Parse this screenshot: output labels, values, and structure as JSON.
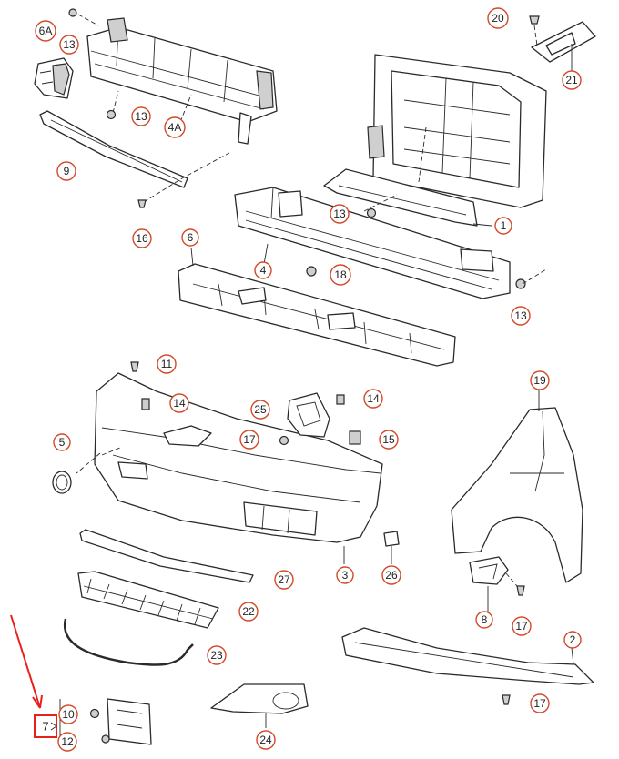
{
  "callouts": [
    {
      "key": "6A",
      "label": "6A"
    },
    {
      "key": "13a",
      "label": "13"
    },
    {
      "key": "13b",
      "label": "13"
    },
    {
      "key": "4A",
      "label": "4A"
    },
    {
      "key": "9",
      "label": "9"
    },
    {
      "key": "16",
      "label": "16"
    },
    {
      "key": "20",
      "label": "20"
    },
    {
      "key": "21",
      "label": "21"
    },
    {
      "key": "13c",
      "label": "13"
    },
    {
      "key": "1",
      "label": "1"
    },
    {
      "key": "6",
      "label": "6"
    },
    {
      "key": "4",
      "label": "4"
    },
    {
      "key": "18",
      "label": "18"
    },
    {
      "key": "13d",
      "label": "13"
    },
    {
      "key": "11",
      "label": "11"
    },
    {
      "key": "14a",
      "label": "14"
    },
    {
      "key": "25",
      "label": "25"
    },
    {
      "key": "14b",
      "label": "14"
    },
    {
      "key": "5",
      "label": "5"
    },
    {
      "key": "17a",
      "label": "17"
    },
    {
      "key": "15",
      "label": "15"
    },
    {
      "key": "19",
      "label": "19"
    },
    {
      "key": "3",
      "label": "3"
    },
    {
      "key": "26",
      "label": "26"
    },
    {
      "key": "27",
      "label": "27"
    },
    {
      "key": "22",
      "label": "22"
    },
    {
      "key": "8",
      "label": "8"
    },
    {
      "key": "17b",
      "label": "17"
    },
    {
      "key": "23",
      "label": "23"
    },
    {
      "key": "2",
      "label": "2"
    },
    {
      "key": "10",
      "label": "10"
    },
    {
      "key": "17c",
      "label": "17"
    },
    {
      "key": "12",
      "label": "12"
    },
    {
      "key": "24",
      "label": "24"
    }
  ],
  "highlighted_callout": {
    "label": "7"
  },
  "colors": {
    "callout_ring": "#d2492a",
    "highlight": "#e8201a",
    "line": "#2a2a2a"
  }
}
